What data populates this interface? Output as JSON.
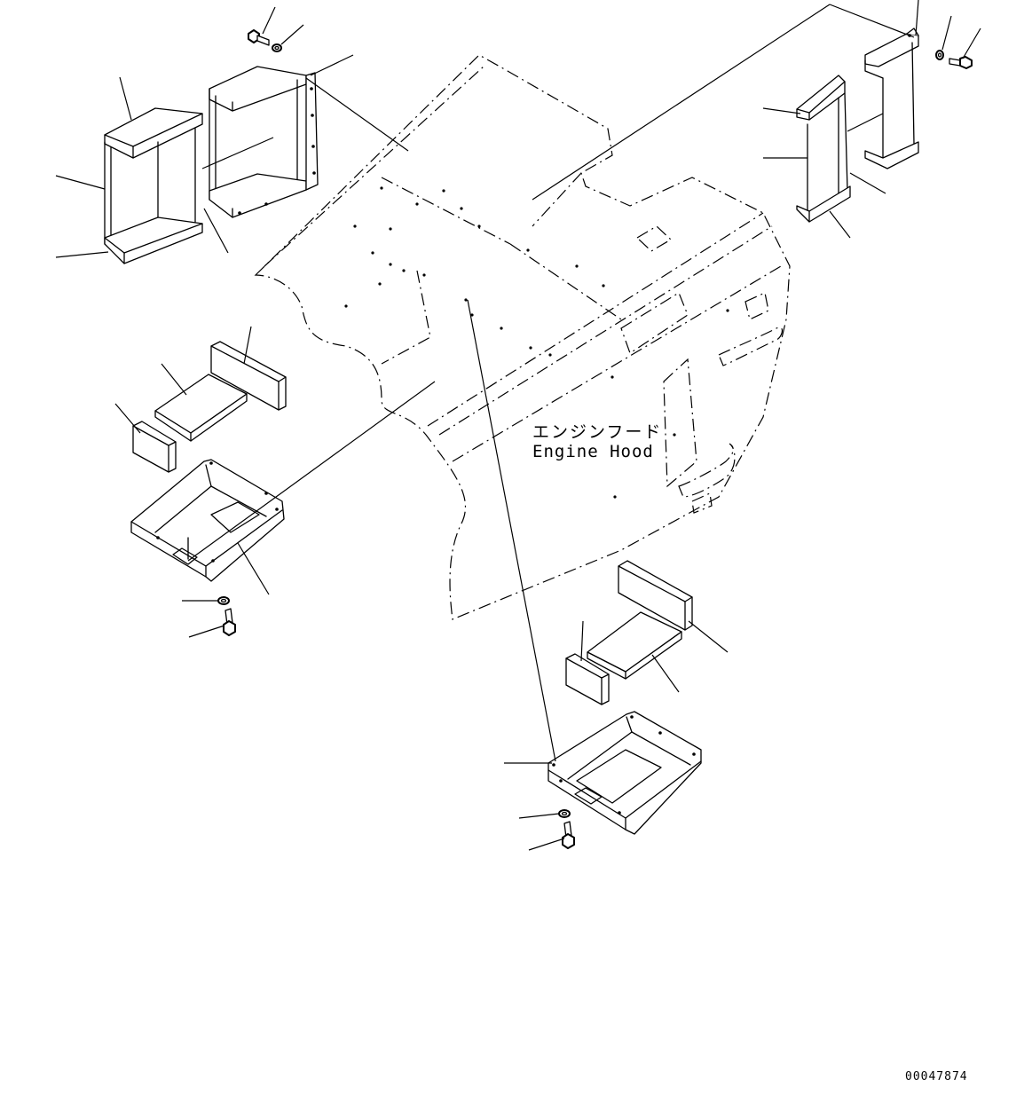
{
  "diagram": {
    "label_jp": "エンジンフード",
    "label_en": "Engine Hood",
    "drawing_number": "00047874"
  },
  "icons": {
    "bolt": "bolt-icon",
    "washer": "washer-icon"
  }
}
